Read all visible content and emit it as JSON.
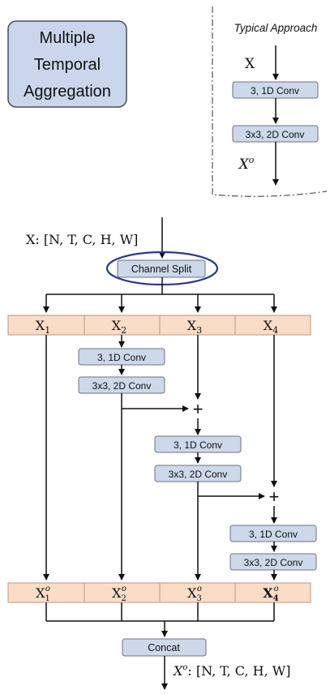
{
  "title_box": {
    "lines": [
      "Multiple",
      "Temporal",
      "Aggregation"
    ]
  },
  "typical": {
    "title": "Typical Approach",
    "input_label": "X",
    "conv1d": "3, 1D Conv",
    "conv2d": "3x3, 2D Conv",
    "output_label": "X",
    "output_sup": "o"
  },
  "main": {
    "input_label": "X: [N, T, C, H, W]",
    "channel_split": "Channel Split",
    "split_labels": [
      {
        "base": "X",
        "sub": "1"
      },
      {
        "base": "X",
        "sub": "2"
      },
      {
        "base": "X",
        "sub": "3"
      },
      {
        "base": "X",
        "sub": "4"
      }
    ],
    "conv1d": "3, 1D Conv",
    "conv2d": "3x3, 2D Conv",
    "plus": "+",
    "out_labels": [
      {
        "base": "X",
        "sub": "1",
        "sup": "o"
      },
      {
        "base": "X",
        "sub": "2",
        "sup": "o"
      },
      {
        "base": "X",
        "sub": "3",
        "sup": "o"
      },
      {
        "base": "X",
        "sub": "4",
        "sup": "o"
      }
    ],
    "concat": "Concat",
    "output_label": "X",
    "output_sup": "o",
    "output_dims": ": [N, T, C, H, W]"
  }
}
